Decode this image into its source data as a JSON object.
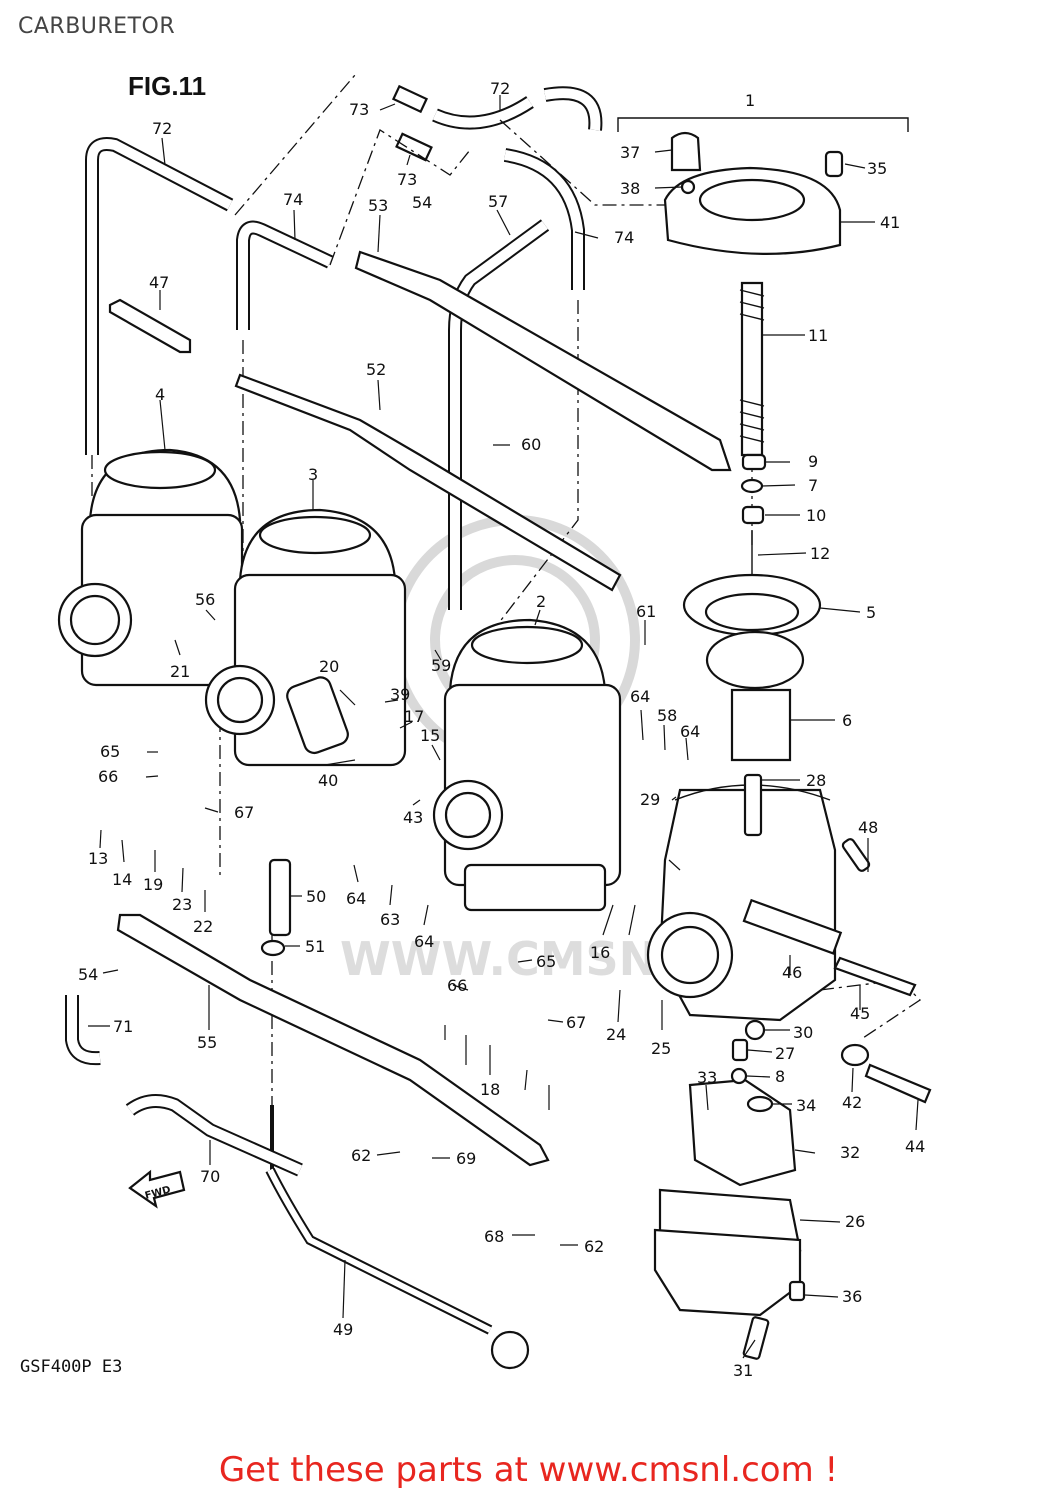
{
  "page": {
    "title": "CARBURETOR",
    "figure_label": "FIG.11",
    "model_code": "GSF400P  E3",
    "fwd_label": "FWD",
    "watermark": "WWW.CMSNL.COM",
    "cta": "Get these parts at www.cmsnl.com !"
  },
  "colors": {
    "cta": "#e8261f",
    "ink": "#111111",
    "watermark": "#dddddd"
  },
  "part_labels": [
    "1",
    "2",
    "3",
    "4",
    "5",
    "6",
    "7",
    "8",
    "9",
    "10",
    "11",
    "12",
    "13",
    "14",
    "15",
    "16",
    "17",
    "18",
    "19",
    "20",
    "21",
    "22",
    "23",
    "24",
    "25",
    "26",
    "27",
    "28",
    "29",
    "30",
    "31",
    "32",
    "33",
    "34",
    "35",
    "36",
    "37",
    "38",
    "39",
    "40",
    "41",
    "42",
    "43",
    "44",
    "45",
    "46",
    "47",
    "48",
    "49",
    "50",
    "51",
    "52",
    "53",
    "54",
    "55",
    "56",
    "57",
    "58",
    "59",
    "60",
    "61",
    "62",
    "63",
    "64",
    "65",
    "66",
    "67",
    "68",
    "69",
    "70",
    "71",
    "72",
    "73",
    "74"
  ]
}
